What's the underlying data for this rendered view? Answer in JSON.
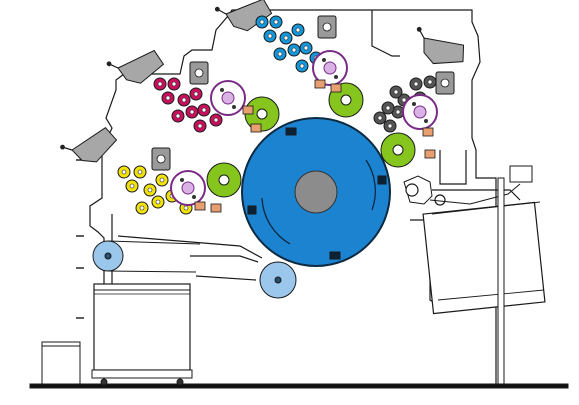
{
  "colors": {
    "line": "#1a1a1a",
    "frame_fill": "#ffffff",
    "drum": "#1c83d1",
    "drum_outline": "#0d2a40",
    "drum_hub": "#8c8c8c",
    "plate_cylinder": "#86c51e",
    "blanket_cylinder": "#ffffff",
    "blanket_outline": "#7a2a86",
    "blanket_center": "#d9b3e6",
    "ink_block": "#9a9a9a",
    "damper": "#e8a070",
    "light_blue_roll": "#9bc7ec",
    "gray_unit": "#a7a7a7",
    "floor": "#111111"
  },
  "printing_units": [
    {
      "id": "unit-yellow",
      "ink_color": "#f2e20c",
      "name": "yellow"
    },
    {
      "id": "unit-magenta",
      "ink_color": "#c8115c",
      "name": "magenta"
    },
    {
      "id": "unit-cyan",
      "ink_color": "#1496d8",
      "name": "cyan"
    },
    {
      "id": "unit-black",
      "ink_color": "#555555",
      "name": "black"
    }
  ],
  "icons": {
    "impression_drum": "impression-cylinder-icon",
    "feeder_pile": "sheet-pile-icon",
    "delivery_pile": "delivery-pile-icon"
  }
}
